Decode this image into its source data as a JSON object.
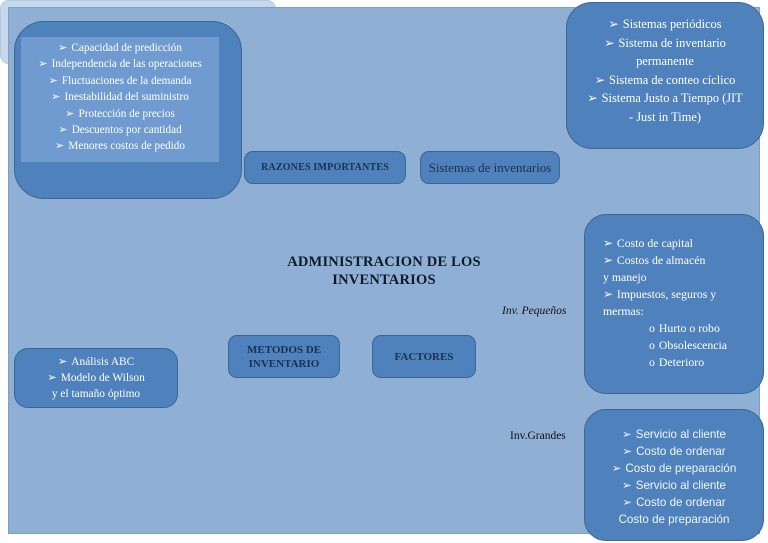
{
  "diagram": {
    "title": "ADMINISTRACION DE LOS INVENTARIOS",
    "colors": {
      "box_fill": "#4f81bd",
      "box_fill_light": "#6f9bd1",
      "central_outer": "#c7d8ec",
      "central_inner": "#8fb0d4",
      "connector": "#4f81bd",
      "page_background": "#ffffff"
    },
    "central_node": {
      "label": "ADMINISTRACION DE LOS\nINVENTARIOS"
    },
    "nodes": {
      "razones_label": "RAZONES IMPORTANTES",
      "sistemas_label": "Sistemas de inventarios",
      "metodos_label": "METODOS DE\nINVENTARIO",
      "factores_label": "FACTORES"
    },
    "razones_items": [
      "Capacidad de predicción",
      "Independencia de las operaciones",
      "Fluctuaciones de la demanda",
      "Inestabilidad del suministro",
      "Protección de precios",
      "Descuentos por cantidad",
      "Menores costos de pedido"
    ],
    "sistemas_items": [
      "Sistemas periódicos",
      "Sistema de inventario\npermanente",
      "Sistema de conteo cíclico",
      "Sistema Justo a Tiempo (JIT\n- Just in Time)"
    ],
    "metodos_items": [
      "Análisis ABC",
      "Modelo de Wilson\ny el tamaño óptimo"
    ],
    "costos_items": [
      {
        "text": "Costo de capital",
        "level": 1,
        "bullet": "➢"
      },
      {
        "text": "Costos de almacén\ny manejo",
        "level": 1,
        "bullet": "➢"
      },
      {
        "text": "Impuestos, seguros y\nmermas:",
        "level": 1,
        "bullet": "➢"
      },
      {
        "text": "Hurto o robo",
        "level": 2,
        "bullet": "o"
      },
      {
        "text": "Obsolescencia",
        "level": 2,
        "bullet": "o"
      },
      {
        "text": "Deterioro",
        "level": 2,
        "bullet": "o"
      }
    ],
    "servicio_items": [
      {
        "text": "Servicio al cliente",
        "bullet": "➢"
      },
      {
        "text": "Costo de ordenar",
        "bullet": "➢"
      },
      {
        "text": "Costo de preparación",
        "bullet": "➢"
      },
      {
        "text": "Servicio al cliente",
        "bullet": "➢"
      },
      {
        "text": "Costo de ordenar",
        "bullet": "➢"
      },
      {
        "text": "Costo de preparación",
        "bullet": ""
      }
    ],
    "edge_labels": {
      "inv_pequenos": "Inv. Pequeños",
      "inv_grandes": "Inv.Grandes"
    },
    "icons": {
      "bullet_arrow": "arrow-bullet-icon",
      "bullet_circle": "circle-bullet-icon",
      "arrowhead": "arrowhead-icon"
    }
  }
}
